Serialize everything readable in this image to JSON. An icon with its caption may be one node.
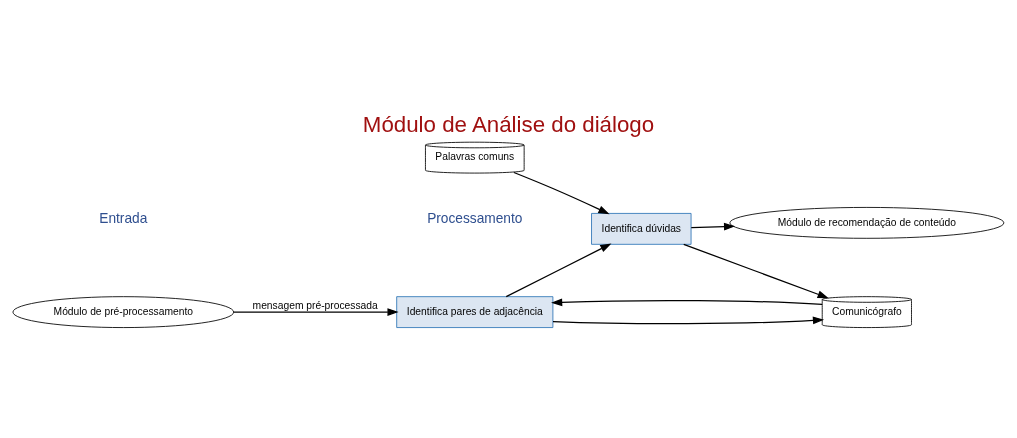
{
  "diagram": {
    "title": "Módulo de Análise do diálogo",
    "nodes": [
      {
        "text": [
          "Módulo de pré-processamento"
        ]
      },
      {
        "text": [
          "Identifica pares de adjacência"
        ]
      },
      {
        "text": [
          "Identifica dúvidas"
        ]
      },
      {
        "text": [
          "Módulo de recomendação de conteúdo"
        ]
      },
      {
        "text": [
          "Palavras comuns"
        ]
      },
      {
        "text": [
          "Comunicógrafo"
        ]
      }
    ],
    "edges": [
      {
        "from": 0,
        "to": 1,
        "arrow": "to",
        "label": "mensagem pré-processada"
      },
      {
        "from": 1,
        "to": 2,
        "arrow": "to"
      },
      {
        "from": 2,
        "to": 3,
        "arrow": "to"
      },
      {
        "from": 4,
        "to": 2,
        "arrow": "to"
      },
      {
        "from": 5,
        "to": 1,
        "arrow": "to"
      },
      {
        "from": 1,
        "to": 5,
        "arrow": "to"
      },
      {
        "from": 2,
        "to": 5,
        "arrow": "to"
      }
    ],
    "labels": [
      "Entrada",
      "Processamento"
    ]
  }
}
